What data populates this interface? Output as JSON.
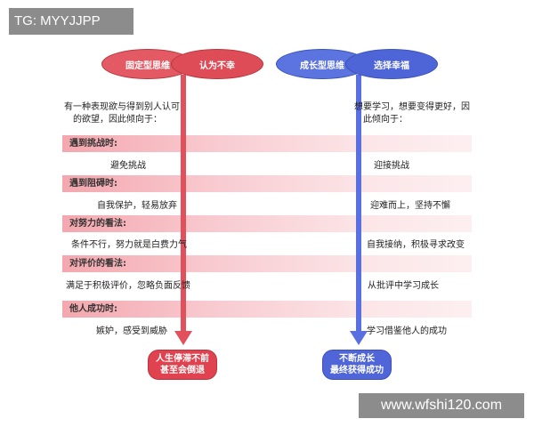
{
  "watermarks": {
    "top": "TG: MYYJJPP",
    "bottom": "www.wfshi120.com"
  },
  "left": {
    "title": "固定型思维",
    "subtitle": "认为不幸",
    "intro_line1": "有一种表现欲与得到别人认可",
    "intro_line2": "的欲望，因此倾向于：",
    "responses": [
      "避免挑战",
      "自我保护，轻易放弃",
      "条件不行，努力就是白费力气",
      "满足于积极评价，忽略负面反馈",
      "嫉妒，感受到威胁"
    ],
    "result_line1": "人生停滞不前",
    "result_line2": "甚至会倒退"
  },
  "right": {
    "title": "成长型思维",
    "subtitle": "选择幸福",
    "intro_line1": "想要学习，想要变得更好，因",
    "intro_line2": "此倾向于：",
    "responses": [
      "迎接挑战",
      "迎难而上，坚持不懈",
      "自我接纳，积极寻求改变",
      "从批评中学习成长",
      "学习借鉴他人的成功"
    ],
    "result_line1": "不断成长",
    "result_line2": "最终获得成功"
  },
  "categories": [
    "遇到挑战时:",
    "遇到阻碍时:",
    "对努力的看法:",
    "对评价的看法:",
    "他人成功时:"
  ],
  "colors": {
    "fixed": "#e35a64",
    "growth": "#5b74df"
  }
}
